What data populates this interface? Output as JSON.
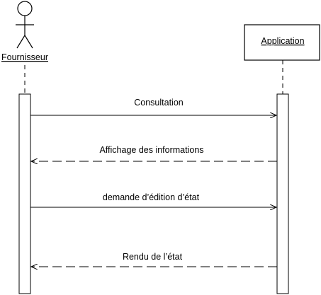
{
  "actors": {
    "supplier": {
      "name": "Fournisseur",
      "icon": "stick-figure-icon"
    },
    "system": {
      "name": "Application"
    }
  },
  "messages": [
    {
      "label": "Consultation",
      "from": "Fournisseur",
      "to": "Application",
      "kind": "synchronous-call"
    },
    {
      "label": "Affichage des informations",
      "from": "Application",
      "to": "Fournisseur",
      "kind": "return"
    },
    {
      "label": "demande d’édition d’état",
      "from": "Fournisseur",
      "to": "Application",
      "kind": "synchronous-call"
    },
    {
      "label": "Rendu de l’état",
      "from": "Application",
      "to": "Fournisseur",
      "kind": "return"
    }
  ],
  "colors": {
    "line": "#000000",
    "background": "#ffffff"
  }
}
